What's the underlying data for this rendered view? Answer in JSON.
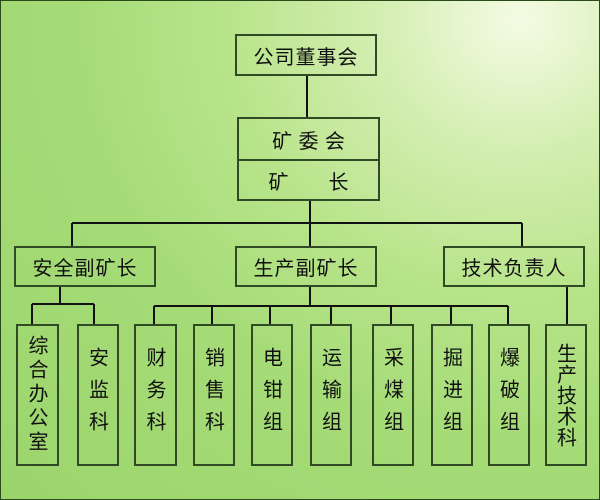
{
  "board": "公司董事会",
  "committee": "矿 委 会",
  "director": "矿　　长",
  "deputies": [
    "安全副矿长",
    "生产副矿长",
    "技术负责人"
  ],
  "departments": [
    "综合办公室",
    "安监科",
    "财务科",
    "销售科",
    "电钳组",
    "运输组",
    "采煤组",
    "掘进组",
    "爆破组",
    "生产技术科"
  ]
}
